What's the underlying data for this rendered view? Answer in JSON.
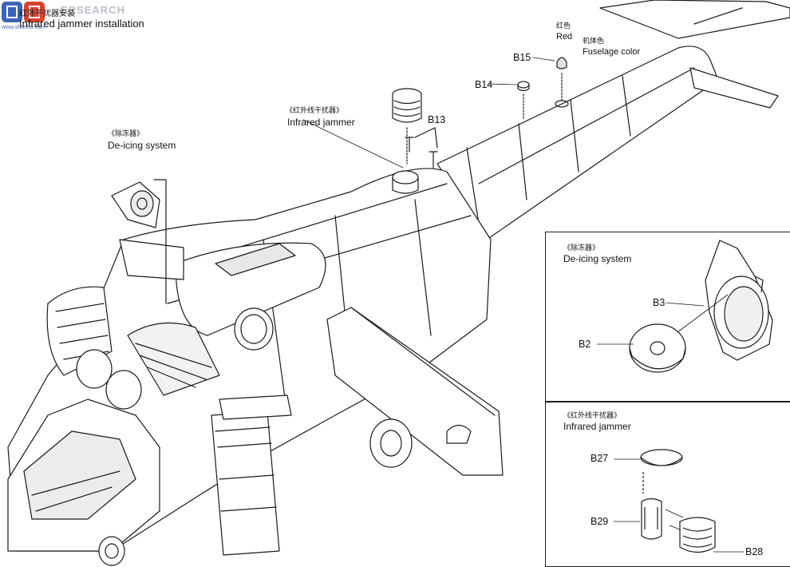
{
  "watermark": {
    "text": "ERSEARCH",
    "sub": "www.shanhu.com"
  },
  "title": {
    "zh": "红外干扰器安装",
    "en": "Infrared jammer installation"
  },
  "main": {
    "deicing": {
      "zh": "《除冻器》",
      "en": "De-icing system"
    },
    "jammer": {
      "zh": "《红外线干扰器》",
      "en": "Infrared jammer"
    },
    "parts": {
      "b13": "B13",
      "b14": "B14",
      "b15": "B15"
    },
    "paint": {
      "red_zh": "红色",
      "red_en": "Red",
      "fuselage_zh": "机体色",
      "fuselage_en": "Fuselage color"
    }
  },
  "inset_deicing": {
    "zh": "《除冻器》",
    "en": "De-icing system",
    "parts": {
      "b2": "B2",
      "b3": "B3"
    }
  },
  "inset_jammer": {
    "zh": "《红外线干扰器》",
    "en": "Infrared jammer",
    "parts": {
      "b27": "B27",
      "b28": "B28",
      "b29": "B29"
    }
  },
  "colors": {
    "line": "#1a1a1a",
    "shade": "#cfcfcf",
    "watermark": "#b9bec8"
  }
}
